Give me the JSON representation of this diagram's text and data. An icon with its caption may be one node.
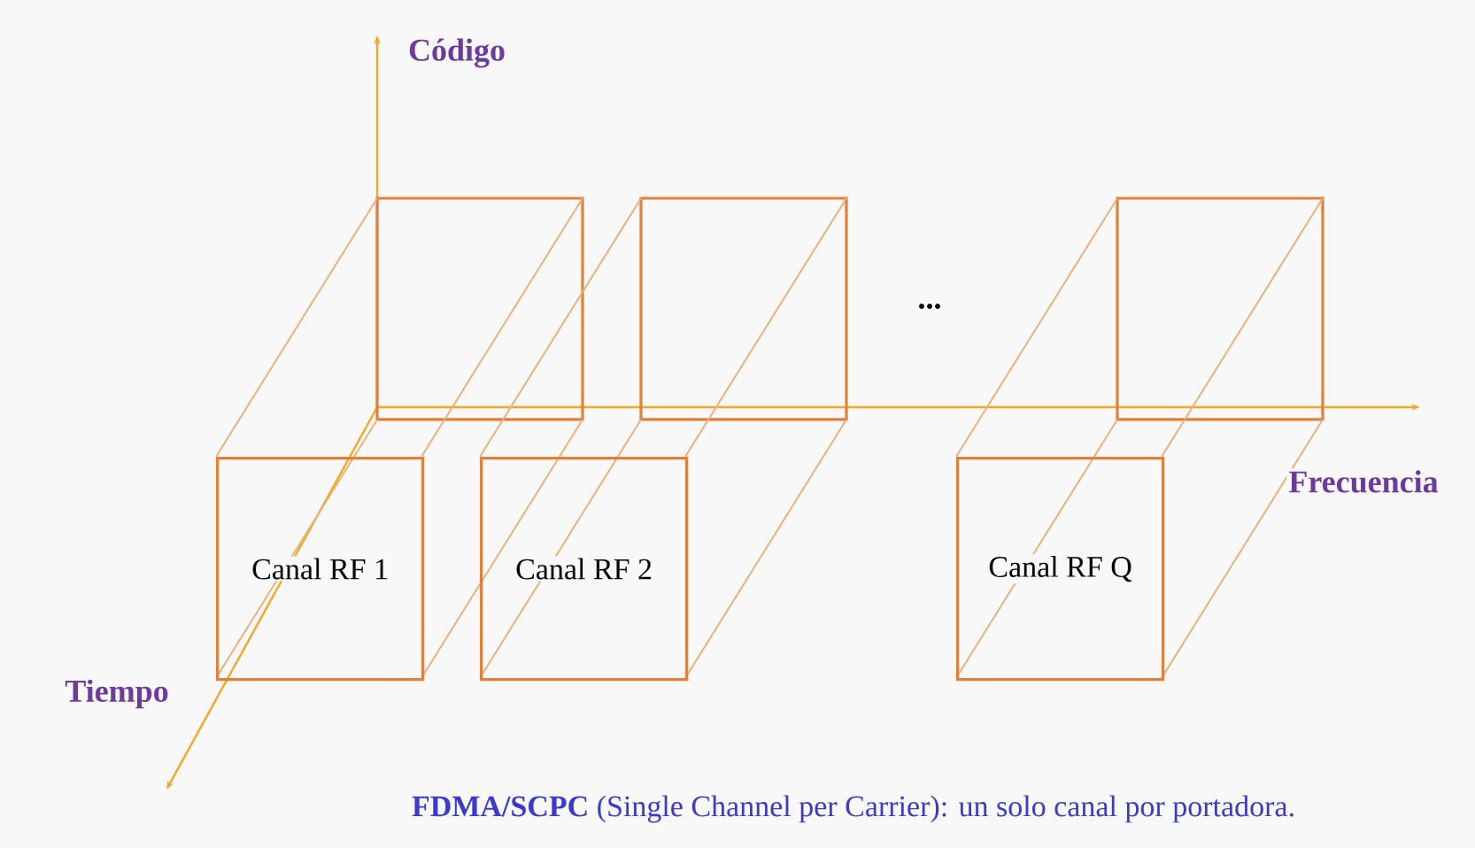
{
  "diagram": {
    "caption": "**FDMA/SCPC** (Single Channel per Carrier): un solo canal por portadora.",
    "nodes": [
      {
        "text": [
          "Canal RF 1"
        ]
      },
      {
        "text": [
          "Canal RF 2"
        ]
      },
      {
        "text": [
          "Canal RF Q"
        ]
      }
    ],
    "labels": [
      "Código",
      "...",
      "Frecuencia",
      "Tiempo"
    ]
  }
}
